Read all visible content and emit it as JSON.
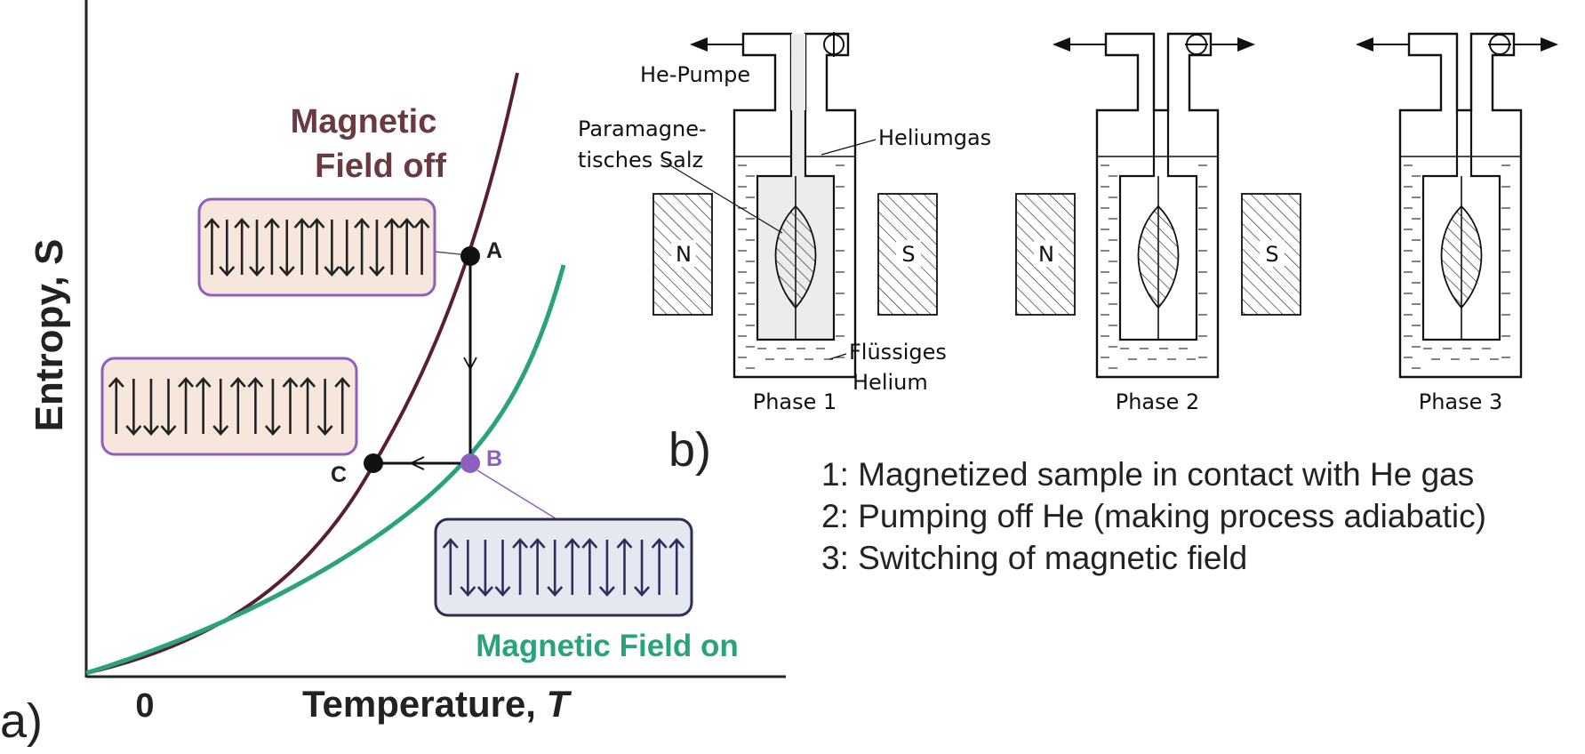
{
  "panel_a": {
    "label": "a)",
    "y_axis_label": "Entropy, S",
    "x_axis_label": "Temperature, ",
    "x_axis_label_symbol": "T",
    "x_origin_tick": "0",
    "curve_off_label_line1": "Magnetic",
    "curve_off_label_line2": "Field off",
    "curve_on_label": "Magnetic Field on",
    "point_a": "A",
    "point_b": "B",
    "point_c": "C",
    "color_field_off": "#5a1f2e",
    "color_field_on": "#2aa37a",
    "color_point_b": "#8e5fbf",
    "spin_box_top_pattern": [
      "up",
      "down",
      "up",
      "down",
      "up",
      "down",
      "up",
      "up",
      "down",
      "down",
      "up",
      "down",
      "up",
      "up",
      "up"
    ],
    "spin_box_mid_pattern": [
      "up",
      "down",
      "down",
      "down",
      "up",
      "up",
      "down",
      "up",
      "up",
      "down",
      "up",
      "up",
      "down",
      "up"
    ],
    "spin_box_bottom_pattern": [
      "up",
      "down",
      "down",
      "down",
      "up",
      "up",
      "down",
      "up",
      "up",
      "down",
      "up",
      "down",
      "up",
      "up"
    ]
  },
  "panel_b": {
    "label": "b)",
    "label_he_pump": "He-Pumpe",
    "label_salt_line1": "Paramagne-",
    "label_salt_line2": "tisches Salz",
    "label_helium_gas": "Heliumgas",
    "label_liquid_line1": "Flüssiges",
    "label_liquid_line2": "Helium",
    "pole_north": "N",
    "pole_south": "S",
    "phase_1": "Phase 1",
    "phase_2": "Phase 2",
    "phase_3": "Phase 3"
  },
  "steps": [
    "1: Magnetized sample in contact with He gas",
    "2: Pumping off He (making process adiabatic)",
    "3: Switching of magnetic field"
  ]
}
